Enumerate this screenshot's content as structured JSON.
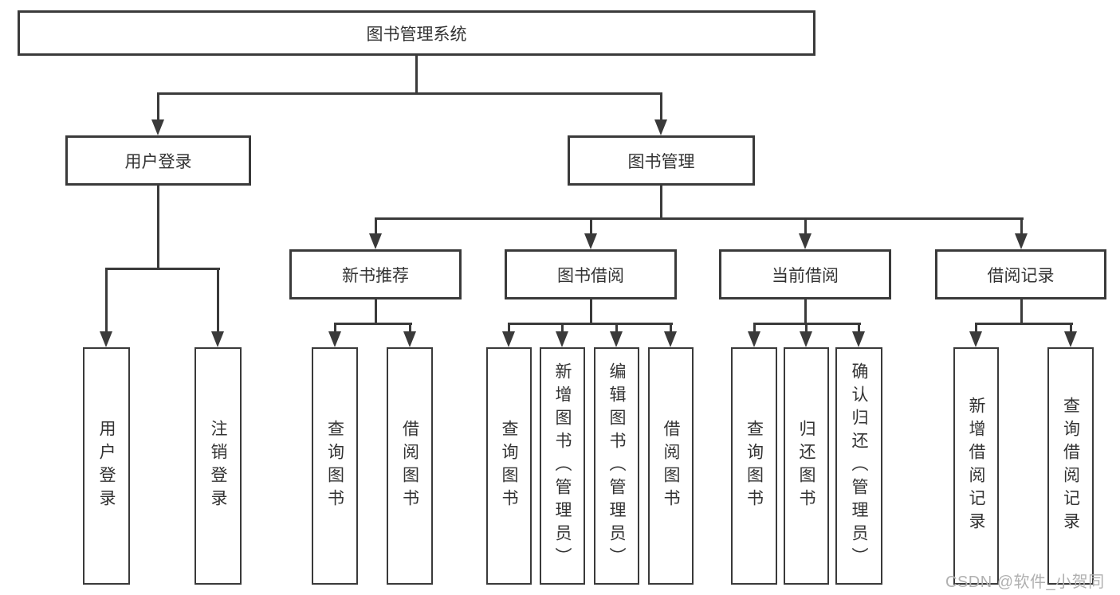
{
  "diagram_title": "图书管理系统",
  "watermark": "CSDN @软件_小贺同学",
  "colors": {
    "line": "#3a3a3a",
    "box_border": "#3a3a3a",
    "text": "#333333",
    "watermark": "#b0b0b0",
    "background": "#ffffff"
  },
  "nodes": [
    {
      "id": "root",
      "label": "图书管理系统",
      "parent": null,
      "level": 1
    },
    {
      "id": "user-login",
      "label": "用户登录",
      "parent": "root",
      "level": 2
    },
    {
      "id": "book-management",
      "label": "图书管理",
      "parent": "root",
      "level": 2
    },
    {
      "id": "new-book-recommend",
      "label": "新书推荐",
      "parent": "book-management",
      "level": 3
    },
    {
      "id": "book-borrow",
      "label": "图书借阅",
      "parent": "book-management",
      "level": 3
    },
    {
      "id": "current-borrow",
      "label": "当前借阅",
      "parent": "book-management",
      "level": 3
    },
    {
      "id": "borrow-records",
      "label": "借阅记录",
      "parent": "book-management",
      "level": 3
    },
    {
      "id": "leaf-user-login",
      "label": "用户登录",
      "parent": "user-login",
      "level": 4
    },
    {
      "id": "leaf-logout",
      "label": "注销登录",
      "parent": "user-login",
      "level": 4
    },
    {
      "id": "leaf-query-books-1",
      "label": "查询图书",
      "parent": "new-book-recommend",
      "level": 4
    },
    {
      "id": "leaf-borrow-books-1",
      "label": "借阅图书",
      "parent": "new-book-recommend",
      "level": 4
    },
    {
      "id": "leaf-query-books-2",
      "label": "查询图书",
      "parent": "book-borrow",
      "level": 4
    },
    {
      "id": "leaf-add-book-admin",
      "label": "新增图书（管理员）",
      "parent": "book-borrow",
      "level": 4
    },
    {
      "id": "leaf-edit-book-admin",
      "label": "编辑图书（管理员）",
      "parent": "book-borrow",
      "level": 4
    },
    {
      "id": "leaf-borrow-books-2",
      "label": "借阅图书",
      "parent": "book-borrow",
      "level": 4
    },
    {
      "id": "leaf-query-books-3",
      "label": "查询图书",
      "parent": "current-borrow",
      "level": 4
    },
    {
      "id": "leaf-return-book",
      "label": "归还图书",
      "parent": "current-borrow",
      "level": 4
    },
    {
      "id": "leaf-confirm-return",
      "label": "确认归还（管理员）",
      "parent": "current-borrow",
      "level": 4
    },
    {
      "id": "leaf-add-borrow-record",
      "label": "新增借阅记录",
      "parent": "borrow-records",
      "level": 4
    },
    {
      "id": "leaf-query-borrow-record",
      "label": "查询借阅记录",
      "parent": "borrow-records",
      "level": 4
    }
  ]
}
